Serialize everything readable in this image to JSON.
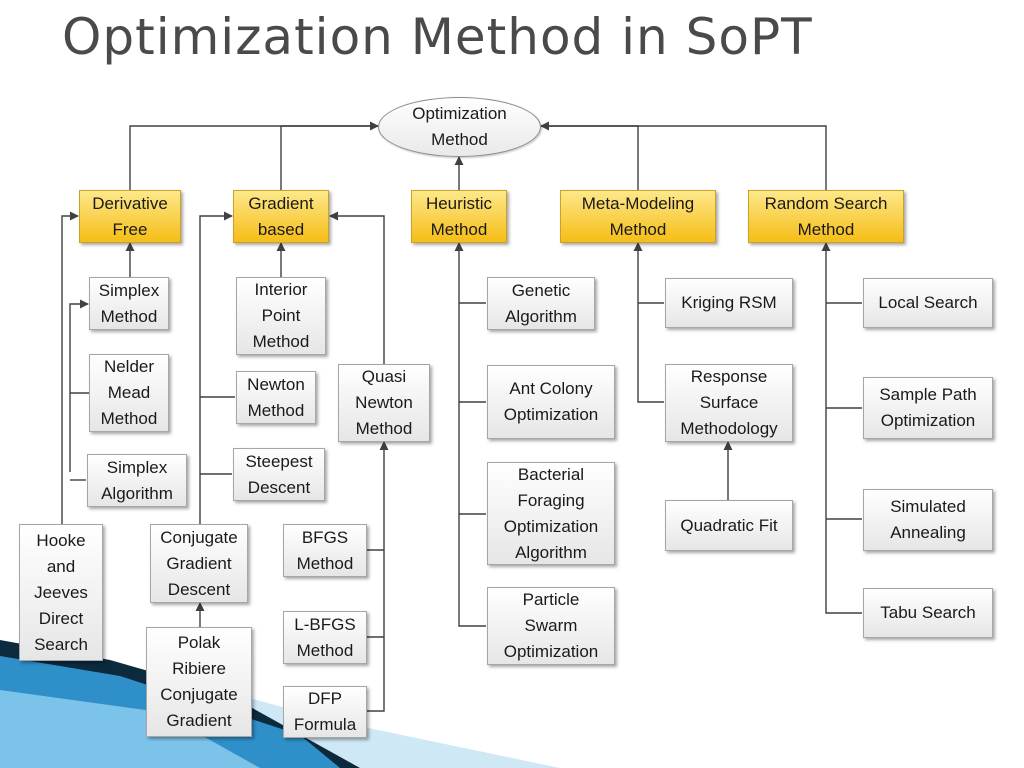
{
  "slide": {
    "title": "Optimization Method in SoPT"
  },
  "colors": {
    "title_text": "#4a4a4a",
    "category_fill": "#f6bd16",
    "node_fill": "#f0f0f0",
    "connector": "#404040",
    "deco_dark": "#0b2a3e",
    "deco_blue": "#2f8fc9"
  },
  "nodes": {
    "root": "Optimization\nMethod",
    "derivative_free": "Derivative\nFree",
    "gradient_based": "Gradient\nbased",
    "heuristic": "Heuristic\nMethod",
    "meta_modeling": "Meta-Modeling\nMethod",
    "random_search": "Random Search\nMethod",
    "simplex_method": "Simplex\nMethod",
    "nelder_mead": "Nelder\nMead\nMethod",
    "simplex_algorithm": "Simplex\nAlgorithm",
    "hooke_jeeves": "Hooke\nand\nJeeves\nDirect\nSearch",
    "interior_point": "Interior\nPoint\nMethod",
    "newton": "Newton\nMethod",
    "quasi_newton": "Quasi\nNewton\nMethod",
    "steepest_descent": "Steepest\nDescent",
    "conjugate_gradient": "Conjugate\nGradient\nDescent",
    "polak_ribiere": "Polak\nRibiere\nConjugate\nGradient",
    "bfgs": "BFGS\nMethod",
    "lbfgs": "L-BFGS\nMethod",
    "dfp": "DFP\nFormula",
    "genetic": "Genetic\nAlgorithm",
    "ant_colony": "Ant Colony\nOptimization",
    "bacterial": "Bacterial\nForaging\nOptimization\nAlgorithm",
    "particle_swarm": "Particle\nSwarm\nOptimization",
    "kriging": "Kriging RSM",
    "response_surface": "Response\nSurface\nMethodology",
    "quadratic_fit": "Quadratic Fit",
    "local_search": "Local Search",
    "sample_path": "Sample Path\nOptimization",
    "simulated_annealing": "Simulated\nAnnealing",
    "tabu_search": "Tabu Search"
  }
}
